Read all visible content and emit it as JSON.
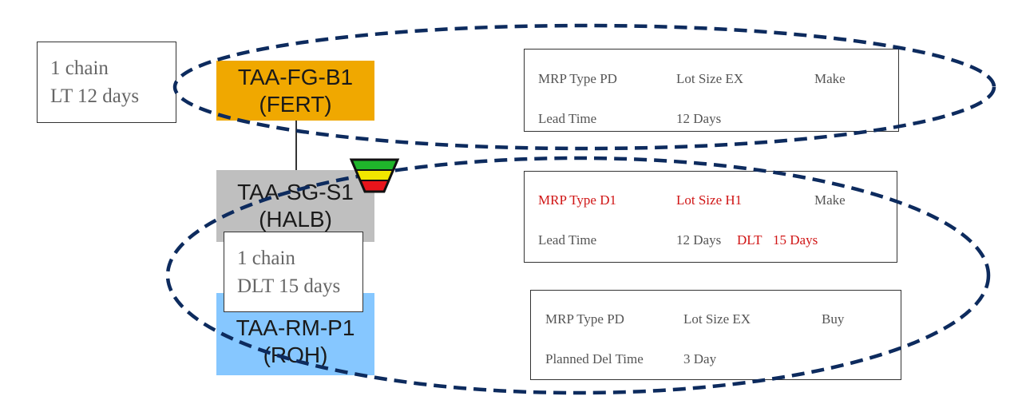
{
  "materials": {
    "fg": {
      "code": "TAA-FG-B1",
      "type": "(FERT)",
      "color": "#f0a800"
    },
    "sg": {
      "code": "TAA-SG-S1",
      "type": "(HALB)",
      "color": "#bfbfbf"
    },
    "rm": {
      "code": "TAA-RM-P1",
      "type": "(ROH)",
      "color": "#86c7ff"
    }
  },
  "callouts": {
    "top": {
      "line1": "1 chain",
      "line2": "LT 12 days"
    },
    "bottom": {
      "line1": "1 chain",
      "line2": "DLT 15 days"
    }
  },
  "info_fg": {
    "mrp_type": "MRP Type PD",
    "lot_size": "Lot Size EX",
    "procurement": "Make",
    "time_label": "Lead Time",
    "time_value": "12 Days"
  },
  "info_sg": {
    "mrp_type": "MRP Type D1",
    "lot_size": "Lot Size H1",
    "procurement": "Make",
    "time_label": "Lead Time",
    "time_value": "12 Days",
    "dlt_label": "DLT",
    "dlt_value": "15 Days"
  },
  "info_rm": {
    "mrp_type": "MRP Type PD",
    "lot_size": "Lot Size EX",
    "procurement": "Buy",
    "time_label": "Planned Del Time",
    "time_value": "3 Day"
  },
  "colors": {
    "ellipse": "#0d2b5e",
    "highlight_red": "#d01515",
    "buffer_green": "#1fb52b",
    "buffer_yellow": "#f2e600",
    "buffer_red": "#e8141b"
  },
  "icons": {
    "buffer": "buffer-funnel-icon"
  }
}
